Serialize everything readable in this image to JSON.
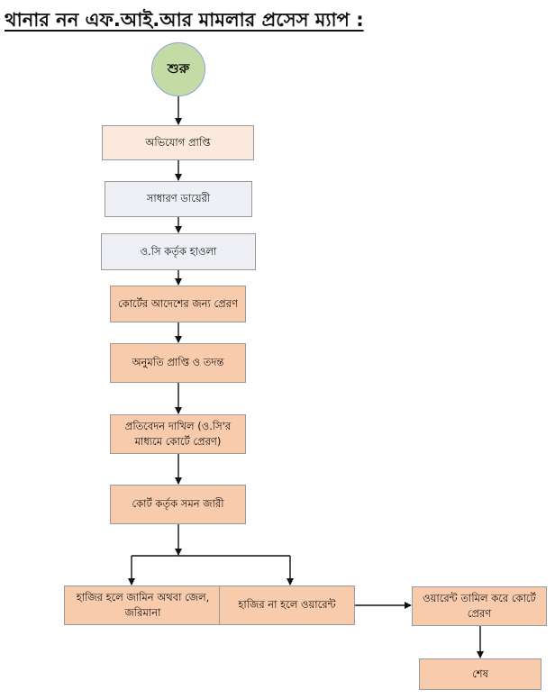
{
  "title": "থানার নন এফ.আই.আর মামলার প্রসেস ম্যাপ  :",
  "start": {
    "label": "শুরু",
    "color": "#C5DBA6"
  },
  "steps": [
    {
      "label": "অভিযোগ প্রাপ্তি",
      "color": "#FBE9DD"
    },
    {
      "label": "সাধারণ ডায়েরী",
      "color": "#EEF0F5"
    },
    {
      "label": "ও.সি কর্তৃক হাওলা",
      "color": "#EEF0F5"
    },
    {
      "label": "কোর্টের আদেশের জন্য প্রেরণ",
      "color": "#F8CBAD"
    },
    {
      "label": "অনুমতি প্রাপ্তি ও তদন্ত",
      "color": "#F8CBAD"
    },
    {
      "label": "প্রতিবেদন দাখিল (ও.সি'র মাধ্যমে কোর্টে প্রেরণ)",
      "color": "#F8CBAD"
    },
    {
      "label": "কোর্ট কর্তৃক সমন জারী",
      "color": "#F8CBAD"
    }
  ],
  "branches": {
    "present": "হাজির হলে জামিন অথবা জেল, জরিমানা",
    "absent": "হাজির না হলে ওয়ারেন্ট"
  },
  "warrant_served": "ওয়ারেন্ট তামিল করে কোর্টে প্রেরণ",
  "end": "শেষ"
}
